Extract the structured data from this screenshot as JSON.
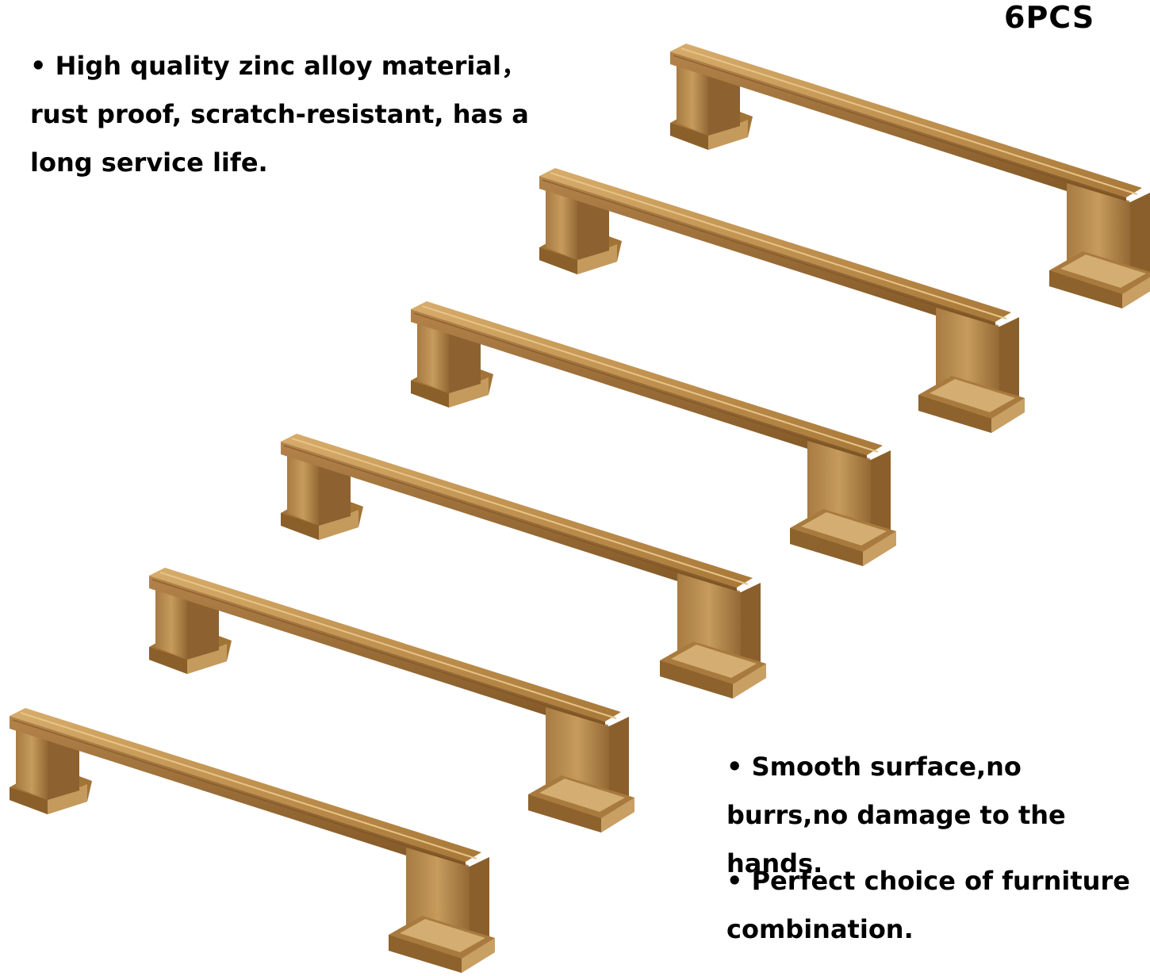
{
  "title": "6PCS",
  "features": [
    "• High quality zinc alloy material，rust proof, scratch-resistant, has a long service life.",
    "• Smooth surface,no burrs,no damage to the hands.",
    "• Perfect choice of furniture combination."
  ],
  "product": {
    "item": "cabinet-pull-handle",
    "quantity": 6,
    "finish_color": "#b88a4e"
  }
}
